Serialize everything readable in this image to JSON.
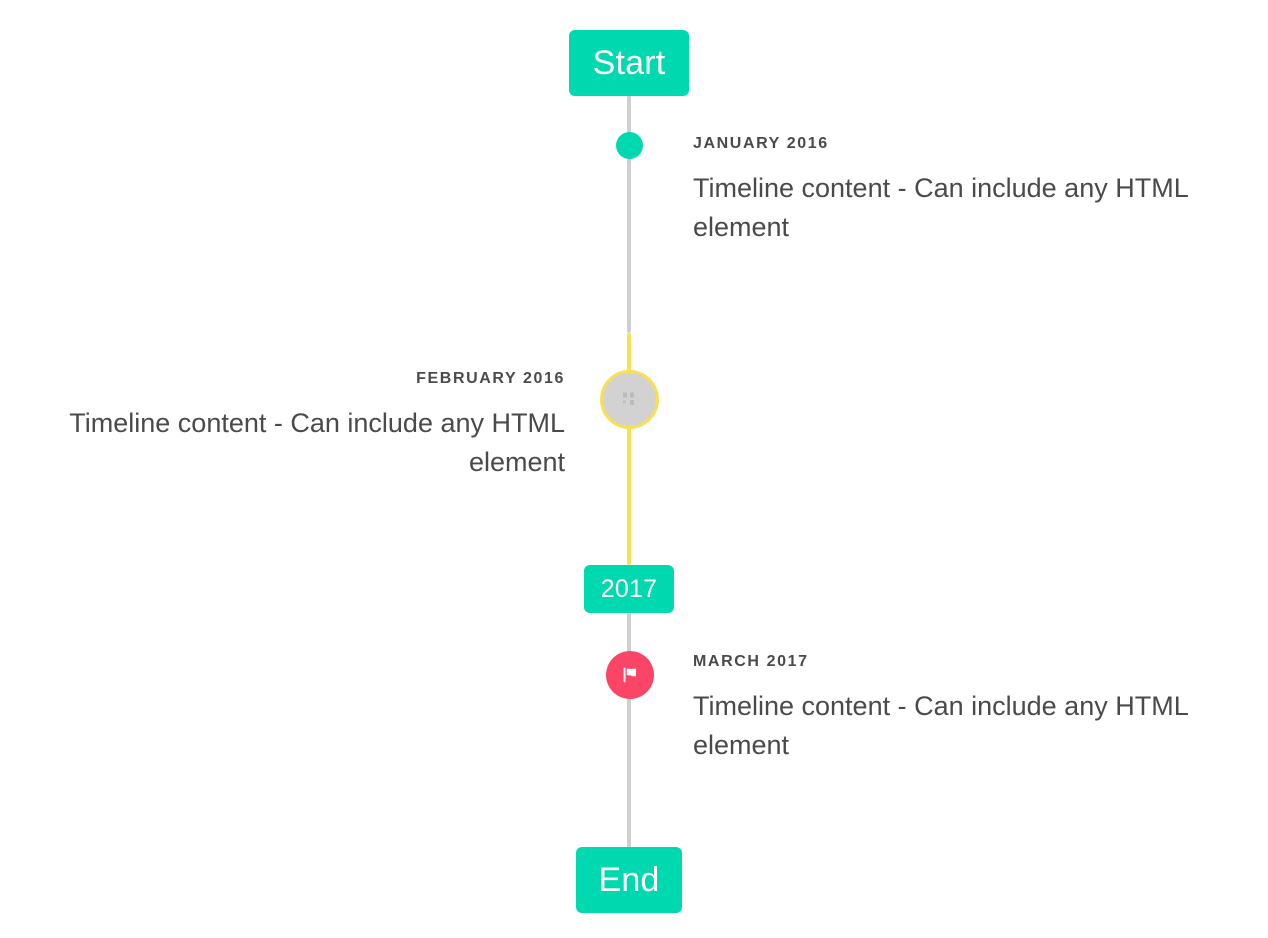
{
  "timeline": {
    "start_label": "Start",
    "middle_label": "2017",
    "end_label": "End",
    "colors": {
      "accent": "#00d9b0",
      "rail": "#cfcfcf",
      "rail_highlight": "#fbdf52",
      "flag_marker": "#fb4566",
      "circle_marker_fill": "#d2d2d2",
      "text": "#4a4a4a",
      "background": "#ffffff"
    },
    "entries": [
      {
        "date": "JANUARY 2016",
        "body": "Timeline content - Can include any HTML element",
        "side": "right",
        "marker": "dot-icon"
      },
      {
        "date": "FEBRUARY 2016",
        "body": "Timeline content - Can include any HTML element",
        "side": "left",
        "marker": "broken-image-icon"
      },
      {
        "date": "MARCH 2017",
        "body": "Timeline content - Can include any HTML element",
        "side": "right",
        "marker": "flag-icon"
      }
    ]
  }
}
